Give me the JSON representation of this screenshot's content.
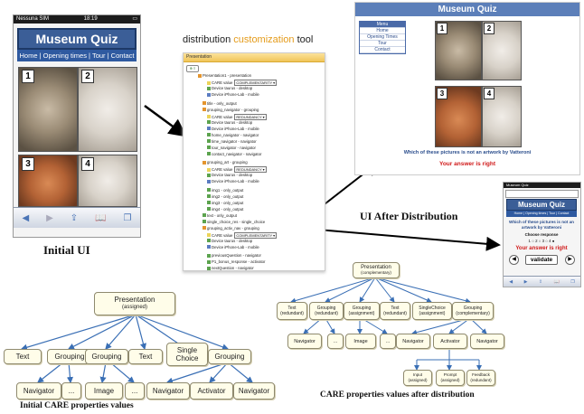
{
  "phone_initial": {
    "status_left": "Nessuna SIM",
    "status_time": "18:19",
    "title": "Museum Quiz",
    "menu": "Home | Opening times | Tour | Contact",
    "numbers": [
      "1",
      "2",
      "3",
      "4"
    ],
    "caption": "Initial UI",
    "toolbar_icons": [
      "back-icon",
      "forward-icon",
      "share-icon",
      "bookmarks-icon",
      "tabs-icon"
    ]
  },
  "tool": {
    "title_part1": "distribution",
    "title_part2": "customization",
    "title_part3": "tool",
    "tab": "Presentation",
    "lines": [
      "Presentation1 - presentation",
      "CARE value",
      "Device taurus - desktop",
      "Device iPhone-Lab - mobile",
      "title - only_output",
      "grouping_navigator - grouping",
      "CARE value",
      "Device taurus - desktop",
      "Device iPhone-Lab - mobile",
      "home_navigator - navigator",
      "time_navigator - navigator",
      "tour_navigator - navigator",
      "contact_navigator - navigator",
      "grouping_art - grouping",
      "CARE value",
      "Device taurus - desktop",
      "Device iPhone-Lab - mobile",
      "img1 - only_output",
      "img2 - only_output",
      "img3 - only_output",
      "img4 - only_output",
      "text - only_output",
      "single_choice_res - single_choice",
      "grouping_activ_nav - grouping",
      "CARE value",
      "Device taurus - desktop",
      "Device iPhone-Lab - mobile",
      "previousQuestion - navigator",
      "P1_bonus_response - activator",
      "nextQuestion - navigator"
    ],
    "care_values": [
      "COMPLEMENTARITY",
      "REDUNDANCY",
      "REDUNDANCY",
      "COMPLEMENTARITY"
    ]
  },
  "web_ui": {
    "title": "Museum Quiz",
    "menu_header": "Menu",
    "menu_items": [
      "Home",
      "Opening Times",
      "Tour",
      "Contact"
    ],
    "numbers": [
      "1",
      "2",
      "3",
      "4"
    ],
    "question": "Which of these pictures is not an artwork by Vatteroni",
    "answer": "Your answer is right"
  },
  "caption_after": "UI After Distribution",
  "phone_after": {
    "status": "Museum Quiz",
    "title": "Museum Quiz",
    "menu": "Home | Opening times | Tour | Contact",
    "question": "Which of these pictures is not an artwork by Vatteroni",
    "choose": "Choose response",
    "options": "1 ○ 2 ○ 3 ○ 4 ●",
    "answer": "Your answer is right",
    "validate": "validate"
  },
  "tree_initial": {
    "root": "Presentation",
    "root_sub": "(assigned)",
    "level1": [
      "Text",
      "Grouping",
      "Grouping",
      "Text",
      "Single Choice",
      "Grouping"
    ],
    "level2": [
      "Navigator",
      "...",
      "Image",
      "...",
      "Navigator",
      "Activator",
      "Navigator"
    ],
    "caption": "Initial CARE properties values"
  },
  "tree_after": {
    "root": "Presentation",
    "root_sub": "(complementary)",
    "level1": [
      {
        "name": "Text",
        "sub": "(redundant)"
      },
      {
        "name": "Grouping",
        "sub": "(redundant)"
      },
      {
        "name": "Grouping",
        "sub": "(assignment)"
      },
      {
        "name": "Text",
        "sub": "(redundant)"
      },
      {
        "name": "SingleChoice",
        "sub": "(assignment)"
      },
      {
        "name": "Grouping",
        "sub": "(complementary)"
      }
    ],
    "level2": [
      "Navigator",
      "...",
      "Image",
      "...",
      "Navigator",
      "Activator",
      "Navigator"
    ],
    "level3": [
      {
        "name": "Input",
        "sub": "(assigned)"
      },
      {
        "name": "Prompt",
        "sub": "(assigned)"
      },
      {
        "name": "Feedback",
        "sub": "(redundant)"
      }
    ],
    "caption": "CARE properties values after distribution"
  }
}
